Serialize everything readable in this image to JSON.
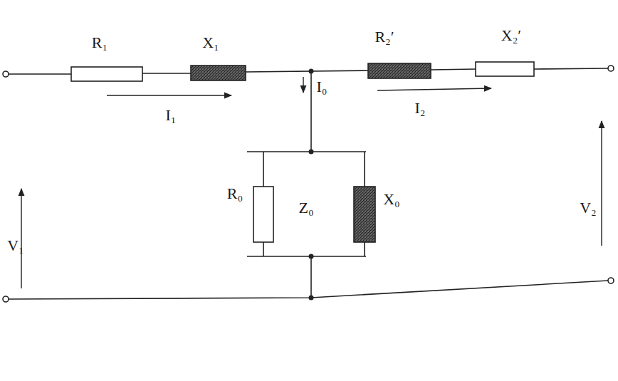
{
  "diagram": {
    "labels": [
      "R₁",
      "X₁",
      "R₂′",
      "X₂′",
      "I₁",
      "I₀",
      "I₂",
      "R₀",
      "Z₀",
      "X₀",
      "V₁",
      "V₂"
    ]
  }
}
